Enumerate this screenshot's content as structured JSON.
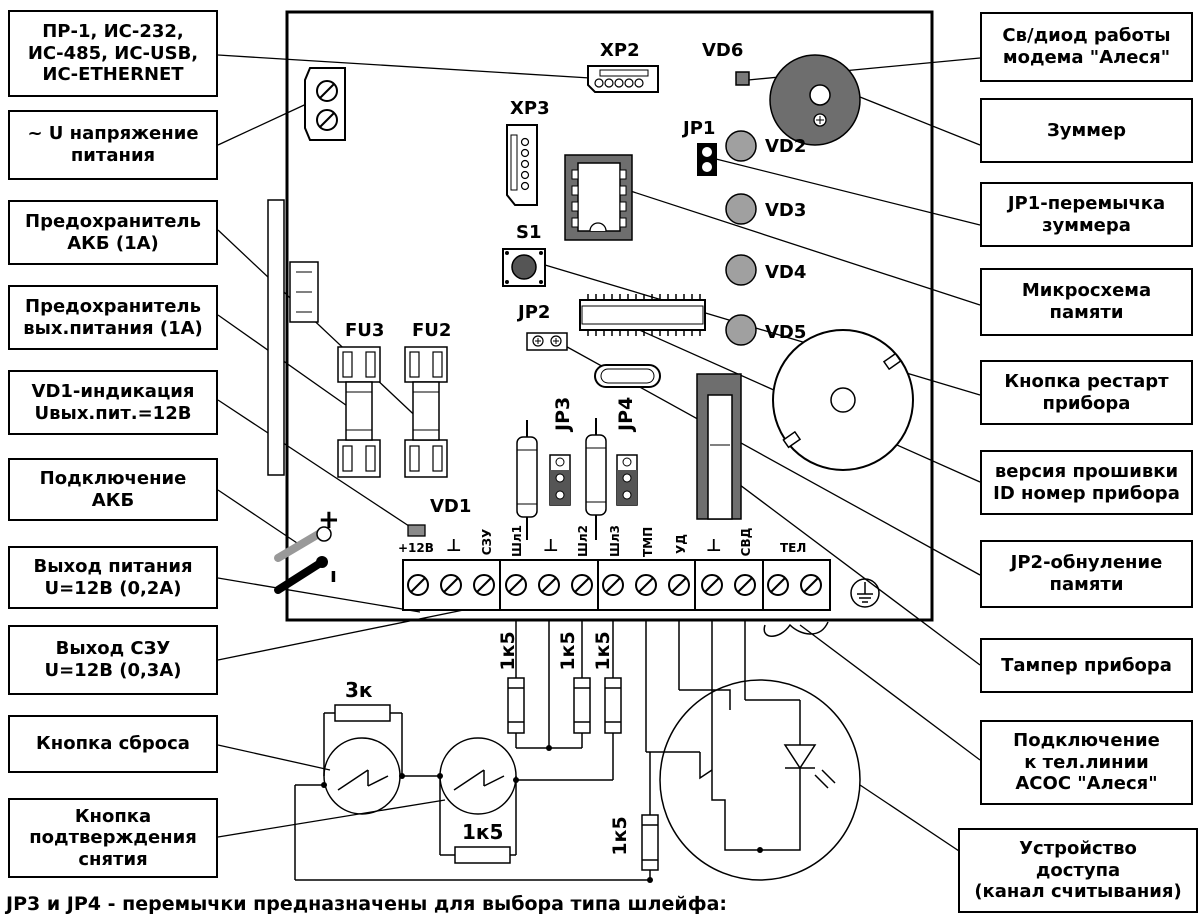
{
  "callouts": [
    "ПР-1, ИС-232,\nИС-485, ИС-USB,\nИС-ETHERNET",
    "~ U напряжение\nпитания",
    "Предохранитель\nАКБ (1А)",
    "Предохранитель\nвых.питания (1А)",
    "VD1-индикация\nUвых.пит.=12В",
    "Подключение\nАКБ",
    "Выход питания\nU=12В (0,2А)",
    "Выход СЗУ\nU=12В  (0,3А)",
    "Кнопка сброса",
    "Кнопка\nподтверждения\nснятия",
    "Св/диод работы\nмодема \"Алеся\"",
    "Зуммер",
    "JP1-перемычка\nзуммера",
    "Микросхема\nпамяти",
    "Кнопка рестарт\nприбора",
    "версия прошивки\nID номер прибора",
    "JP2-обнуление\nпамяти",
    "Тампер прибора",
    "Подключение\nк тел.линии\nАСОС \"Алеся\"",
    "Устройство\nдоступа\n(канал считывания)"
  ],
  "board_labels": {
    "xp2": "XP2",
    "xp3": "XP3",
    "vd6": "VD6",
    "jp1": "JP1",
    "vd2": "VD2",
    "vd3": "VD3",
    "vd4": "VD4",
    "vd5": "VD5",
    "s1": "S1",
    "jp2": "JP2",
    "fu3": "FU3",
    "fu2": "FU2",
    "vd1": "VD1",
    "jp3": "JP3",
    "jp4": "JP4",
    "plus": "+",
    "minus": "ı"
  },
  "terminals": {
    "plus12": "+12В",
    "gnd1": "⊥",
    "szu": "СЗУ",
    "shl1": "Шл1",
    "gnd2": "⊥",
    "shl2": "Шл2",
    "shl3": "Шл3",
    "tmp": "ТМП",
    "ud": "УД",
    "gnd3": "⊥",
    "svd": "СВД",
    "tel": "ТЕЛ"
  },
  "resistors": {
    "r1": "1к5",
    "r2": "1к5",
    "r3": "1к5",
    "r4": "1к5",
    "r_bottom": "1к5",
    "r_3k": "3к"
  },
  "footer": "JP3 и JP4 - перемычки предназначены для выбора типа шлейфа:"
}
